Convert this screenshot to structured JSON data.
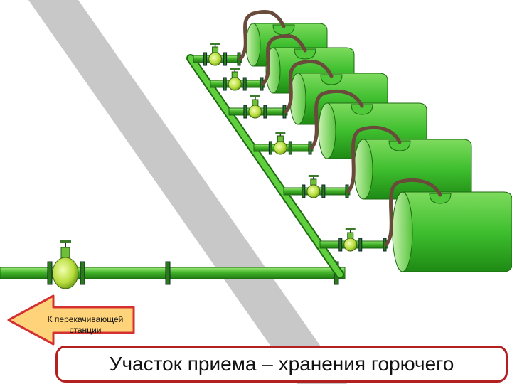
{
  "colors": {
    "pipe": "#44b52a",
    "tank": "#3fbf2f",
    "valve": "#c8e65a",
    "arrow_border": "#d43030",
    "arrow_fill": "#ffd37a",
    "band": "#c8c8c8",
    "hose": "#6a4a3a"
  },
  "arrow": {
    "line1": "К перекачивающей",
    "line2": "станции"
  },
  "title": "Участок приема – хранения горючего",
  "tank_count": 6,
  "icons": [
    "gate-valve-icon",
    "storage-tank-icon",
    "hose-icon",
    "arrow-left-icon"
  ]
}
